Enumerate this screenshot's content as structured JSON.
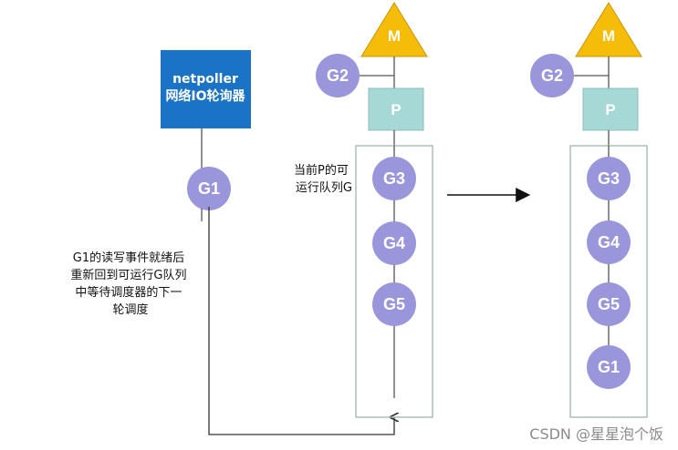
{
  "netpoller": {
    "line1": "netpoller",
    "line2": "网络IO轮询器"
  },
  "left": {
    "g1": "G1",
    "note": [
      "G1的读写事件就绪后",
      "重新回到可运行G队列",
      "中等待调度器的下一",
      "轮调度"
    ]
  },
  "middle": {
    "m": "M",
    "g2": "G2",
    "p": "P",
    "queue_label": [
      "当前P的可",
      "运行队列G"
    ],
    "queue": [
      "G3",
      "G4",
      "G5"
    ]
  },
  "right": {
    "m": "M",
    "g2": "G2",
    "p": "P",
    "queue": [
      "G3",
      "G4",
      "G5",
      "G1"
    ]
  },
  "watermark": "CSDN @星星泡个饭",
  "colors": {
    "goroutine": "#9a96dc",
    "machine": "#f5bd0a",
    "processor": "#a6d8d6",
    "netpoller": "#1a73c6",
    "queue_border": "#9fb3b1",
    "line": "#555555"
  }
}
